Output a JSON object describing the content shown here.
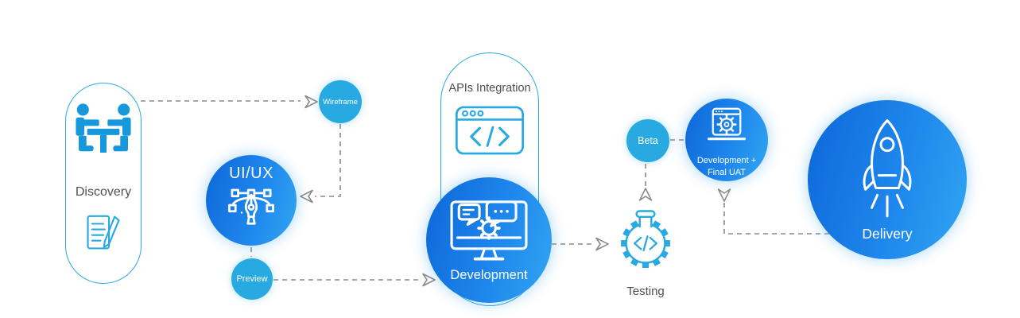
{
  "colors": {
    "accent": "#29a9e1",
    "accent_deep": "#1798dc",
    "circle_gradient_start": "#0d68d8",
    "circle_gradient_mid": "#1e86ec",
    "circle_gradient_end": "#31a6f2",
    "text_dark": "#4f4f4f",
    "connector_gray": "#8a8a8a",
    "label_white": "#ffffff"
  },
  "nodes": {
    "discovery": {
      "label": "Discovery"
    },
    "wireframe": {
      "label": "Wireframe"
    },
    "uiux": {
      "label": "UI/UX"
    },
    "preview": {
      "label": "Preview"
    },
    "apis_integration": {
      "label": "APIs Integration"
    },
    "development": {
      "label": "Development"
    },
    "testing": {
      "label": "Testing"
    },
    "beta": {
      "label": "Beta"
    },
    "final_uat": {
      "label_line1": "Development +",
      "label_line2": "Final UAT"
    },
    "delivery": {
      "label": "Delivery"
    }
  },
  "icons": {
    "discovery_top": "meeting-people-icon",
    "discovery_bottom": "document-pencil-icon",
    "uiux": "pen-tool-icon",
    "apis_integration": "browser-code-icon",
    "development": "monitor-gear-chat-icon",
    "testing": "flask-gear-code-icon",
    "final_uat": "laptop-gear-icon",
    "delivery": "rocket-icon"
  },
  "flow": {
    "connector_style": "dashed",
    "steps": [
      "Discovery",
      "Wireframe",
      "UI/UX",
      "Preview",
      "Development",
      "Testing",
      "Beta",
      "Development + Final UAT",
      "Delivery"
    ]
  }
}
